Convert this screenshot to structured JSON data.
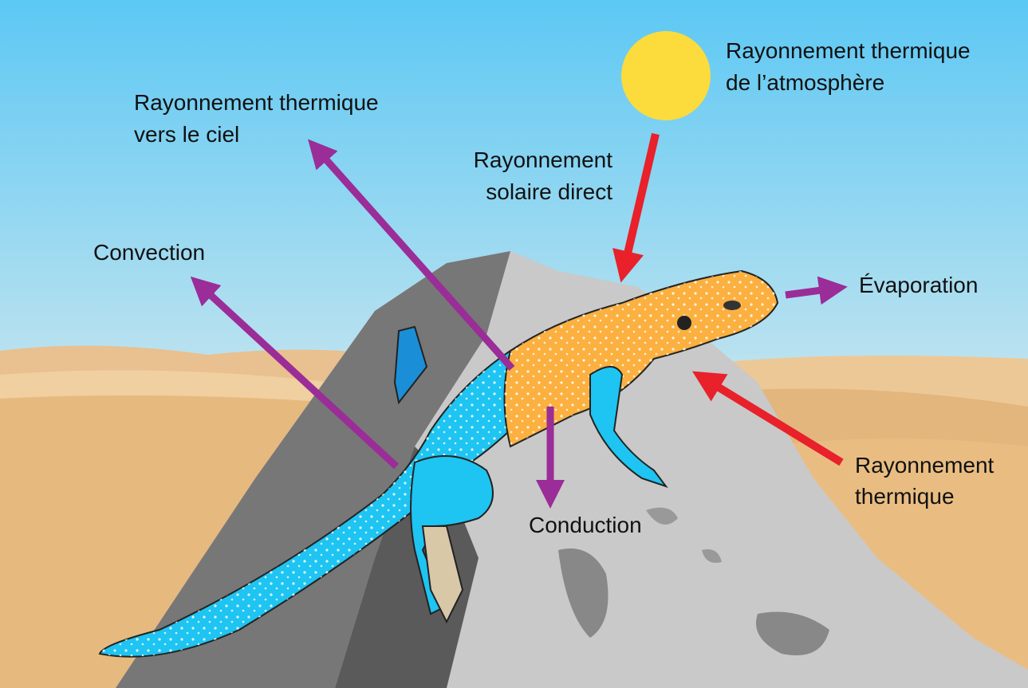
{
  "title": "Échanges thermiques d'un lézard",
  "labels": {
    "atmosphere": [
      "Rayonnement thermique",
      "de l’atmosphère"
    ],
    "sky": [
      "Rayonnement thermique",
      "vers le ciel"
    ],
    "solar": [
      "Rayonnement",
      "solaire direct"
    ],
    "convection": "Convection",
    "evaporation": "Évaporation",
    "thermal": [
      "Rayonnement",
      "thermique"
    ],
    "conduction": "Conduction"
  },
  "colors": {
    "incoming_arrow": "#e8212b",
    "outgoing_arrow": "#9a2d98",
    "sun": "#fbdc3c",
    "lizard_body": "#1ec4f2",
    "lizard_head": "#fbb040",
    "rock": "#c8c8c8",
    "sand": "#e9bd82"
  }
}
